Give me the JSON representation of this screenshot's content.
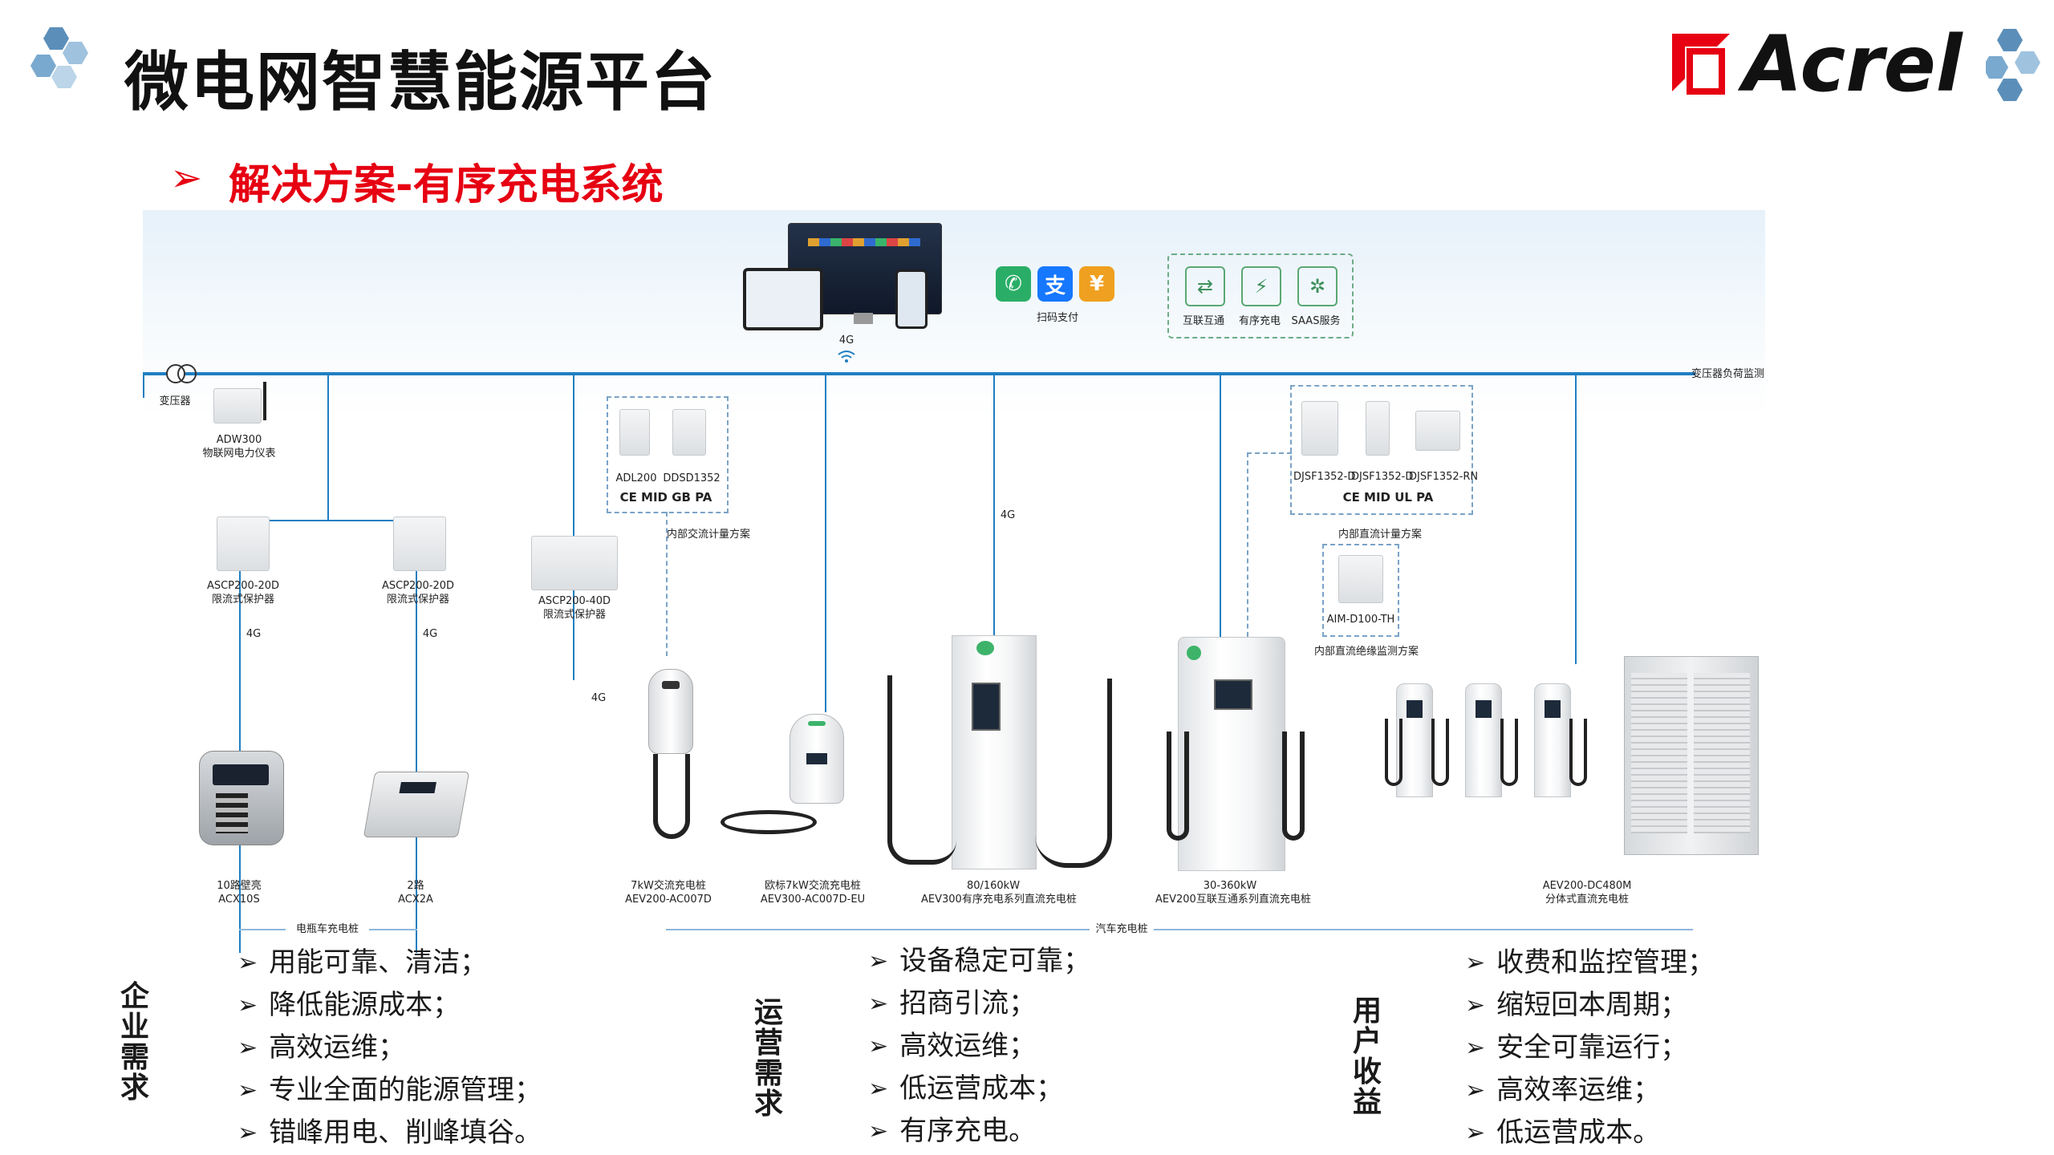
{
  "header": {
    "title": "微电网智慧能源平台",
    "subtitle": "解决方案-有序充电系统",
    "brand": "Acrel",
    "colors": {
      "accent_red": "#e60012",
      "hex_blue": "#5b8fb9",
      "bus_blue": "#1f7fc1"
    }
  },
  "diagram": {
    "cloud_4g_label": "4G",
    "payment": {
      "label": "扫码支付",
      "icons": [
        "wechat-icon",
        "alipay-icon",
        "unionpay-icon"
      ]
    },
    "services": [
      {
        "icon": "link-icon",
        "label": "互联互通"
      },
      {
        "icon": "charge-order-icon",
        "label": "有序充电"
      },
      {
        "icon": "network-icon",
        "label": "SAAS服务"
      }
    ],
    "transformer_label": "变压器",
    "bus_right_label": "变压器负荷监测",
    "adw": {
      "model": "ADW300",
      "desc": "物联网电力仪表"
    },
    "ascp_left": {
      "model": "ASCP200-20D",
      "desc": "限流式保护器"
    },
    "ascp_right": {
      "model": "ASCP200-20D",
      "desc": "限流式保护器"
    },
    "ascp_40d": {
      "model": "ASCP200-40D",
      "desc": "限流式保护器"
    },
    "four_g": "4G",
    "ac_metering": {
      "items": [
        "ADL200",
        "DDSD1352"
      ],
      "certs": "CE MID GB PA",
      "caption": "内部交流计量方案"
    },
    "dc_metering": {
      "items": [
        "DJSF1352-D",
        "DJSF1352-D",
        "DJSF1352-RN"
      ],
      "certs": "CE MID UL PA",
      "caption": "内部直流计量方案"
    },
    "insulation": {
      "model": "AIM-D100-TH",
      "caption": "内部直流绝缘监测方案"
    },
    "chargers": [
      {
        "name": "10路壁亮",
        "model": "ACX10S"
      },
      {
        "name": "2路",
        "model": "ACX2A"
      },
      {
        "name": "7kW交流充电桩",
        "model": "AEV200-AC007D"
      },
      {
        "name": "欧标7kW交流充电桩",
        "model": "AEV300-AC007D-EU"
      },
      {
        "name": "80/160kW",
        "model": "AEV300有序充电系列直流充电桩"
      },
      {
        "name": "30-360kW",
        "model": "AEV200互联互通系列直流充电桩"
      },
      {
        "name": "AEV200-DC480M",
        "model": "分体式直流充电桩"
      }
    ],
    "group_ebike": "电瓶车充电桩",
    "group_car": "汽车充电桩"
  },
  "sections": [
    {
      "title": "企业需求",
      "items": [
        "用能可靠、清洁；",
        "降低能源成本；",
        "高效运维；",
        "专业全面的能源管理；",
        "错峰用电、削峰填谷。"
      ]
    },
    {
      "title": "运营需求",
      "items": [
        "设备稳定可靠；",
        "招商引流；",
        "高效运维；",
        "低运营成本；",
        "有序充电。"
      ]
    },
    {
      "title": "用户收益",
      "items": [
        "收费和监控管理；",
        "缩短回本周期；",
        "安全可靠运行；",
        "高效率运维；",
        "低运营成本。"
      ]
    }
  ]
}
